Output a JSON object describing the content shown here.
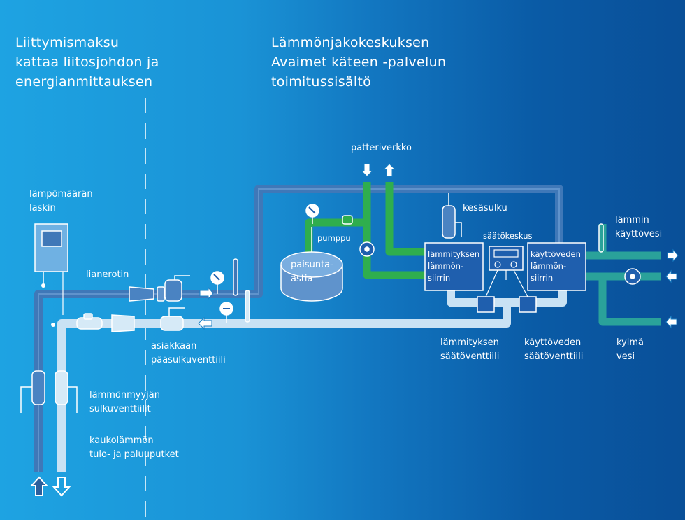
{
  "headings": {
    "left": "Liittymismaksu\nkattaa liitosjohdon ja\nenergianmittauksen",
    "right": "Lämmönjakokeskuksen\nAvaimet käteen -palvelun\ntoimitussisältö"
  },
  "labels": {
    "lampomaaran_laskin": "lämpömäärän\nlaskin",
    "lianerotin": "lianerotin",
    "asiakkaan_paasulkuventtiili": "asiakkaan\npääsulkuventtiili",
    "lammonmyyjan_sulkuventtiilit": "lämmönmyyjän\nsulkuventtiilit",
    "kaukolammon_putket": "kaukolämmön\ntulo- ja paluuputket",
    "patteriverkko": "patteriverkko",
    "pumppu": "pumppu",
    "paisunta_astia": "paisunta-\nastia",
    "kesasulku": "kesäsulku",
    "saatokeskus": "säätökeskus",
    "lammityksen_siirrin": "lämmityksen\nlämmön-\nsiirrin",
    "kayttoveden_siirrin": "käyttöveden\nlämmön-\nsiirrin",
    "lammityksen_saatoventtiili": "lämmityksen\nsäätöventtiili",
    "kayttoveden_saatoventtiili": "käyttöveden\nsäätöventtiili",
    "lammin_kayttovesi": "lämmin\nkäyttövesi",
    "kylma_vesi": "kylmä\nvesi"
  },
  "colors": {
    "supply_pipe": "#3f78b8",
    "return_pipe": "#c9e2f4",
    "radiator_pipe": "#2fae4e",
    "domestic_pipe": "#2aa29a",
    "box_fill": "#1f5fae"
  }
}
